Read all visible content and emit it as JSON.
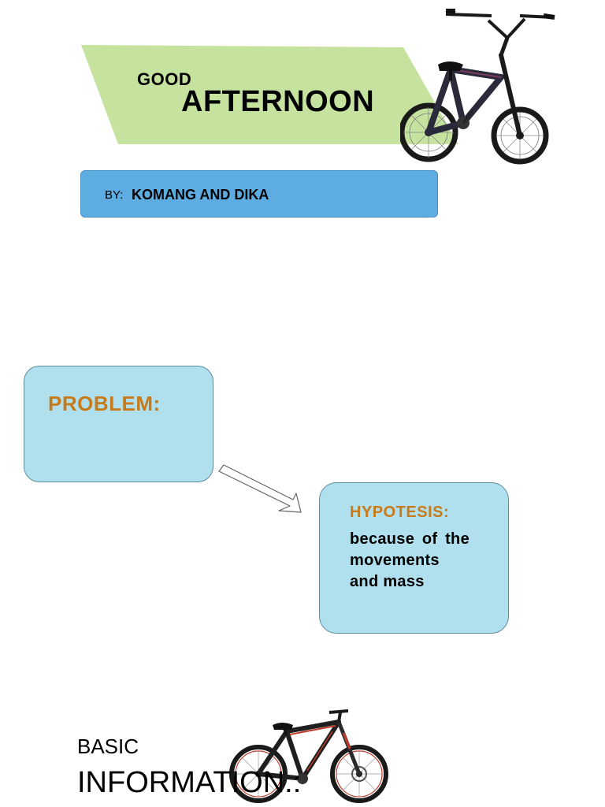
{
  "title": {
    "line1": "GOOD",
    "line2": "AFTERNOON"
  },
  "byline": {
    "label": "BY:",
    "names": "KOMANG AND DIKA"
  },
  "problem": {
    "title": "PROBLEM:"
  },
  "hypothesis": {
    "title": "HYPOTESIS:",
    "text": "because of the movements and mass"
  },
  "basic_info": {
    "line1": "BASIC",
    "line2": "INFORMATION.:"
  },
  "colors": {
    "banner_green": "#c5e39e",
    "byline_blue": "#5dade2",
    "box_light_blue": "#b0e0ee",
    "heading_orange": "#c67a1a"
  },
  "images": {
    "top": "bmx-bike-image",
    "bottom": "mountain-bike-image"
  }
}
